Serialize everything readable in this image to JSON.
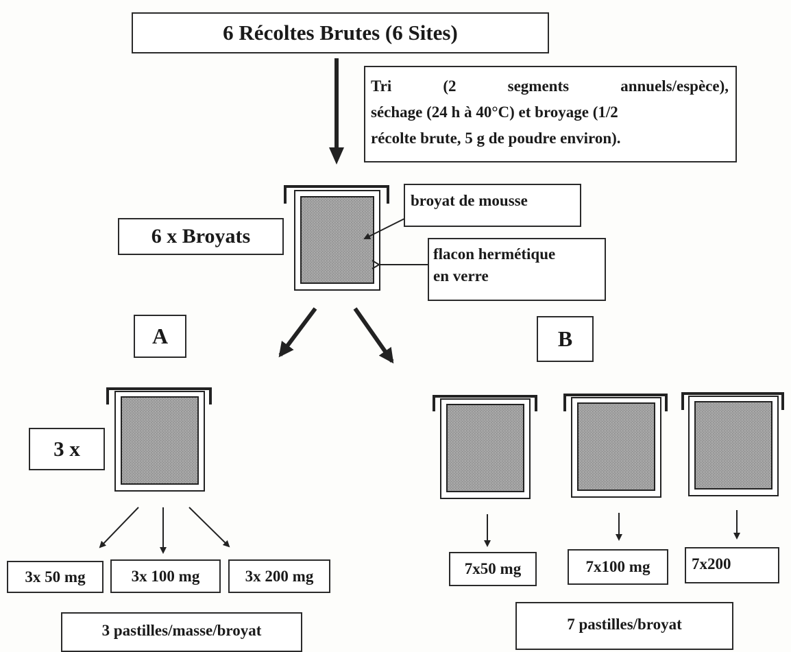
{
  "top_box": "6 Récoltes Brutes (6 Sites)",
  "process_note": {
    "line1": "Tri (2 segments annuels/espèce),",
    "line2": "séchage (24 h à 40°C) et broyage (1/2",
    "line3": "récolte brute, 5 g de poudre environ)."
  },
  "broyats_label": "6 x Broyats",
  "callout_mousse": "broyat de mousse",
  "callout_flacon": {
    "line1": "flacon hermétique",
    "line2": "en verre"
  },
  "branch_a": {
    "letter": "A",
    "count_label": "3 x",
    "masses": [
      "3x 50 mg",
      "3x 100 mg",
      "3x 200 mg"
    ],
    "summary": "3 pastilles/masse/broyat"
  },
  "branch_b": {
    "letter": "B",
    "masses": [
      "7x50 mg",
      "7x100 mg",
      "7x200"
    ],
    "summary": "7 pastilles/broyat"
  },
  "colors": {
    "ink": "#2a2a2a",
    "powder": "#9a9a9a",
    "paper": "#fdfdfb"
  }
}
